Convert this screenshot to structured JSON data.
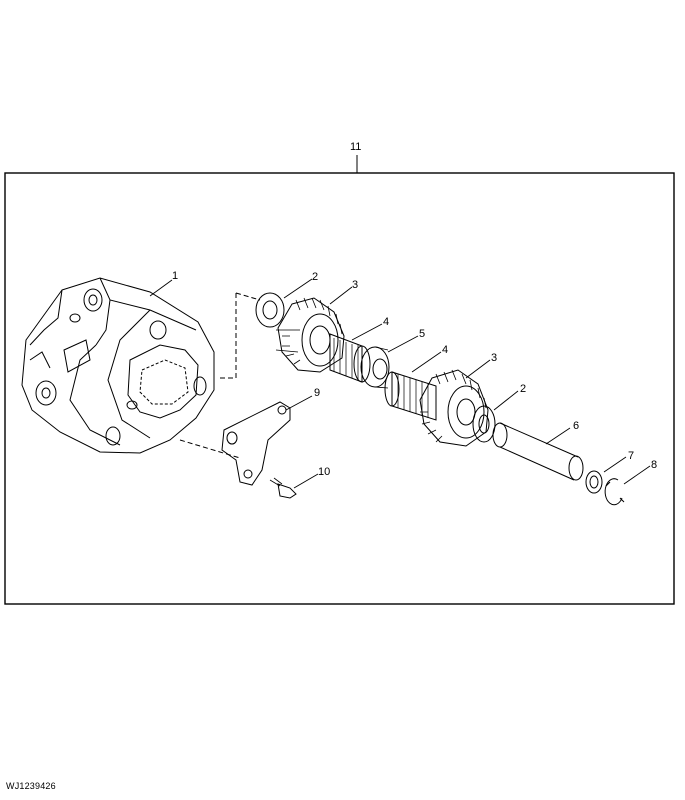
{
  "assembly": {
    "callout": "11"
  },
  "callouts": [
    {
      "id": "housing",
      "label": "1"
    },
    {
      "id": "washer-upper",
      "label": "2"
    },
    {
      "id": "gear-upper",
      "label": "3"
    },
    {
      "id": "spline-shaft-upper",
      "label": "4"
    },
    {
      "id": "spacer",
      "label": "5"
    },
    {
      "id": "spline-shaft-lower",
      "label": "4"
    },
    {
      "id": "gear-lower",
      "label": "3"
    },
    {
      "id": "washer-lower",
      "label": "2"
    },
    {
      "id": "pin",
      "label": "6"
    },
    {
      "id": "washer-small",
      "label": "7"
    },
    {
      "id": "snap-ring",
      "label": "8"
    },
    {
      "id": "plate",
      "label": "9"
    },
    {
      "id": "cap-screw",
      "label": "10"
    }
  ],
  "figure_id": "WJ1239426"
}
